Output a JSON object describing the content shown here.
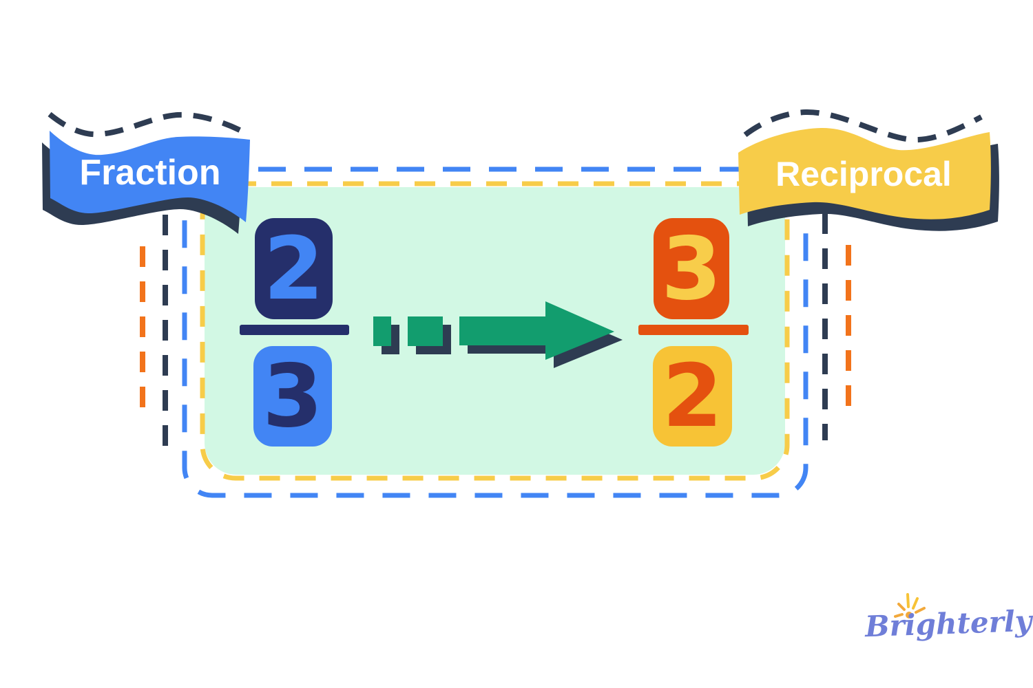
{
  "header": {
    "fraction_banner": "Fraction",
    "reciprocal_banner": "Reciprocal"
  },
  "diagram": {
    "fraction": {
      "numerator": "2",
      "denominator": "3"
    },
    "reciprocal": {
      "numerator": "3",
      "denominator": "2"
    },
    "arrow_meaning": "transforms-to"
  },
  "branding": {
    "logo_text": "Brighterly"
  },
  "colors": {
    "banner_blue": "#4285F4",
    "banner_yellow": "#F7CC49",
    "navy_shadow": "#2E3C52",
    "indigo_box": "#252F6B",
    "bright_blue": "#4285F4",
    "mint_panel": "#D2F8E4",
    "arrow_green": "#129D6E",
    "orange_red": "#E4510F",
    "golden_yellow": "#F7C336",
    "accent_orange": "#F2731B",
    "yellow_dash_border": "#F7CC49",
    "blue_dash_border": "#4285F4",
    "logo_purple": "#6F7ED8",
    "sun_orange": "#F2A93B"
  }
}
